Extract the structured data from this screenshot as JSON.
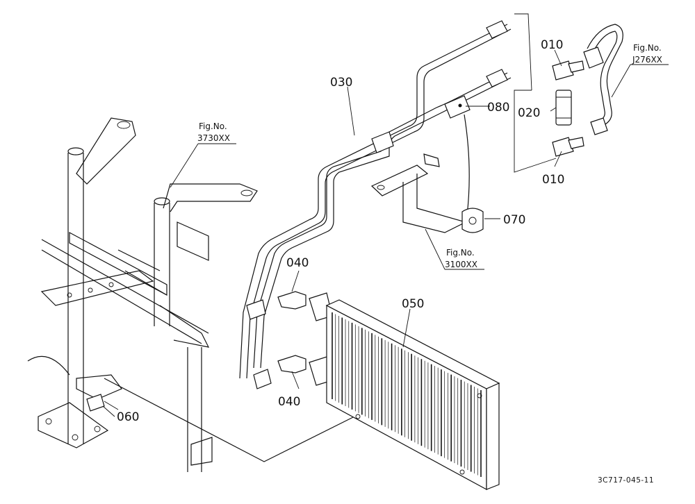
{
  "diagram": {
    "part_labels": {
      "p010_top": "010",
      "p010_bottom": "010",
      "p020": "020",
      "p030": "030",
      "p040_top": "040",
      "p040_bottom": "040",
      "p050": "050",
      "p060": "060",
      "p070": "070",
      "p080": "080"
    },
    "fig_refs": {
      "fig_3730": {
        "prefix": "Fig.No.",
        "number": "3730XX"
      },
      "fig_j276": {
        "prefix": "Fig.No.",
        "number": "J276XX"
      },
      "fig_3100": {
        "prefix": "Fig.No.",
        "number": "3100XX"
      }
    },
    "drawing_code": "3C717-045-11"
  }
}
